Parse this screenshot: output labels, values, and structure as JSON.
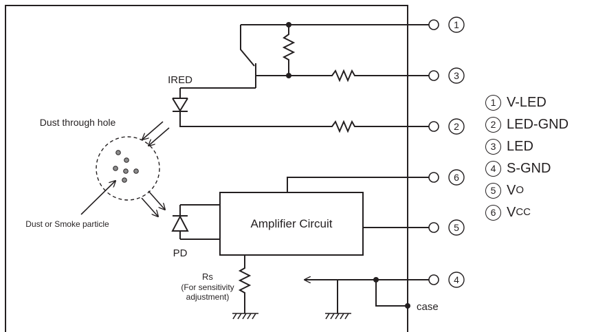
{
  "colors": {
    "line": "#231f20",
    "background": "#ffffff"
  },
  "labels": {
    "ired": "IRED",
    "dust_hole": "Dust through hole",
    "particle": "Dust or Smoke particle",
    "pd": "PD",
    "amplifier": "Amplifier Circuit",
    "rs": "Rs",
    "rs_note_1": "(For sensitivity",
    "rs_note_2": "adjustment)",
    "case": "case"
  },
  "terminals": [
    {
      "number": "1"
    },
    {
      "number": "3"
    },
    {
      "number": "2"
    },
    {
      "number": "6"
    },
    {
      "number": "5"
    },
    {
      "number": "4"
    }
  ],
  "legend": [
    {
      "number": "1",
      "name": "V-LED",
      "sub": ""
    },
    {
      "number": "2",
      "name": "LED-GND",
      "sub": ""
    },
    {
      "number": "3",
      "name": "LED",
      "sub": ""
    },
    {
      "number": "4",
      "name": "S-GND",
      "sub": ""
    },
    {
      "number": "5",
      "name": "V",
      "sub": "O"
    },
    {
      "number": "6",
      "name": "V",
      "sub": "CC"
    }
  ]
}
